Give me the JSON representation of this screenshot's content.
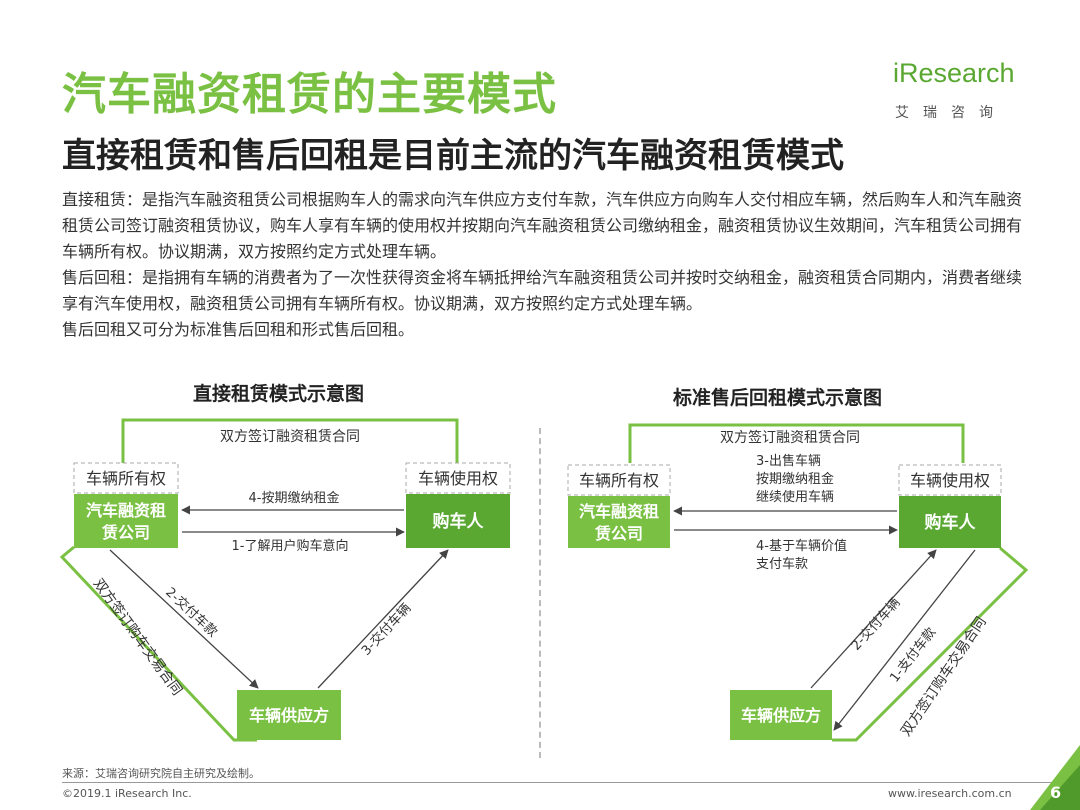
{
  "header": {
    "title": "汽车融资租赁的主要模式",
    "subtitle": "直接租赁和售后回租是目前主流的汽车融资租赁模式"
  },
  "logo": {
    "brand": "iResearch",
    "brand_cn": "艾瑞咨询"
  },
  "body": {
    "p1": "直接租赁：是指汽车融资租赁公司根据购车人的需求向汽车供应方支付车款，汽车供应方向购车人交付相应车辆，然后购车人和汽车融资租赁公司签订融资租赁协议，购车人享有车辆的使用权并按期向汽车融资租赁公司缴纳租金，融资租赁协议生效期间，汽车租赁公司拥有车辆所有权。协议期满，双方按照约定方式处理车辆。",
    "p2": "售后回租：是指拥有车辆的消费者为了一次性获得资金将车辆抵押给汽车融资租赁公司并按时交纳租金，融资租赁合同期内，消费者继续享有汽车使用权，融资租赁公司拥有车辆所有权。协议期满，双方按照约定方式处理车辆。",
    "p3": "售后回租又可分为标准售后回租和形式售后回租。"
  },
  "left_diagram": {
    "title": "直接租赁模式示意图",
    "top_contract": "双方签订融资租赁合同",
    "tag_owner": "车辆所有权",
    "tag_user": "车辆使用权",
    "node_company_l1": "汽车融资租",
    "node_company_l2": "赁公司",
    "node_buyer": "购车人",
    "node_supplier": "车辆供应方",
    "arrow_rent": "4-按期缴纳租金",
    "arrow_intent": "1-了解用户购车意向",
    "arrow_pay": "2-交付车款",
    "arrow_deliver": "3-交付车辆",
    "side_contract": "双方签订购车交易合同"
  },
  "right_diagram": {
    "title": "标准售后回租模式示意图",
    "top_contract": "双方签订融资租赁合同",
    "tag_owner": "车辆所有权",
    "tag_user": "车辆使用权",
    "node_company_l1": "汽车融资租",
    "node_company_l2": "赁公司",
    "node_buyer": "购车人",
    "node_supplier": "车辆供应方",
    "arrow_sell_l1": "3-出售车辆",
    "arrow_sell_l2": "按期缴纳租金",
    "arrow_sell_l3": "继续使用车辆",
    "arrow_value_l1": "4-基于车辆价值",
    "arrow_value_l2": "支付车款",
    "arrow_pay": "2-交付车辆",
    "arrow_deliver": "1-支付车款",
    "side_contract": "双方签订购车交易合同"
  },
  "footer": {
    "source": "来源：艾瑞咨询研究院自主研究及绘制。",
    "copyright": "©2019.1 iResearch Inc.",
    "site": "www.iresearch.com.cn",
    "page": "6"
  },
  "colors": {
    "accent_green": "#7ac143",
    "dark_green": "#5aa832",
    "arrow_gray": "#444444"
  }
}
